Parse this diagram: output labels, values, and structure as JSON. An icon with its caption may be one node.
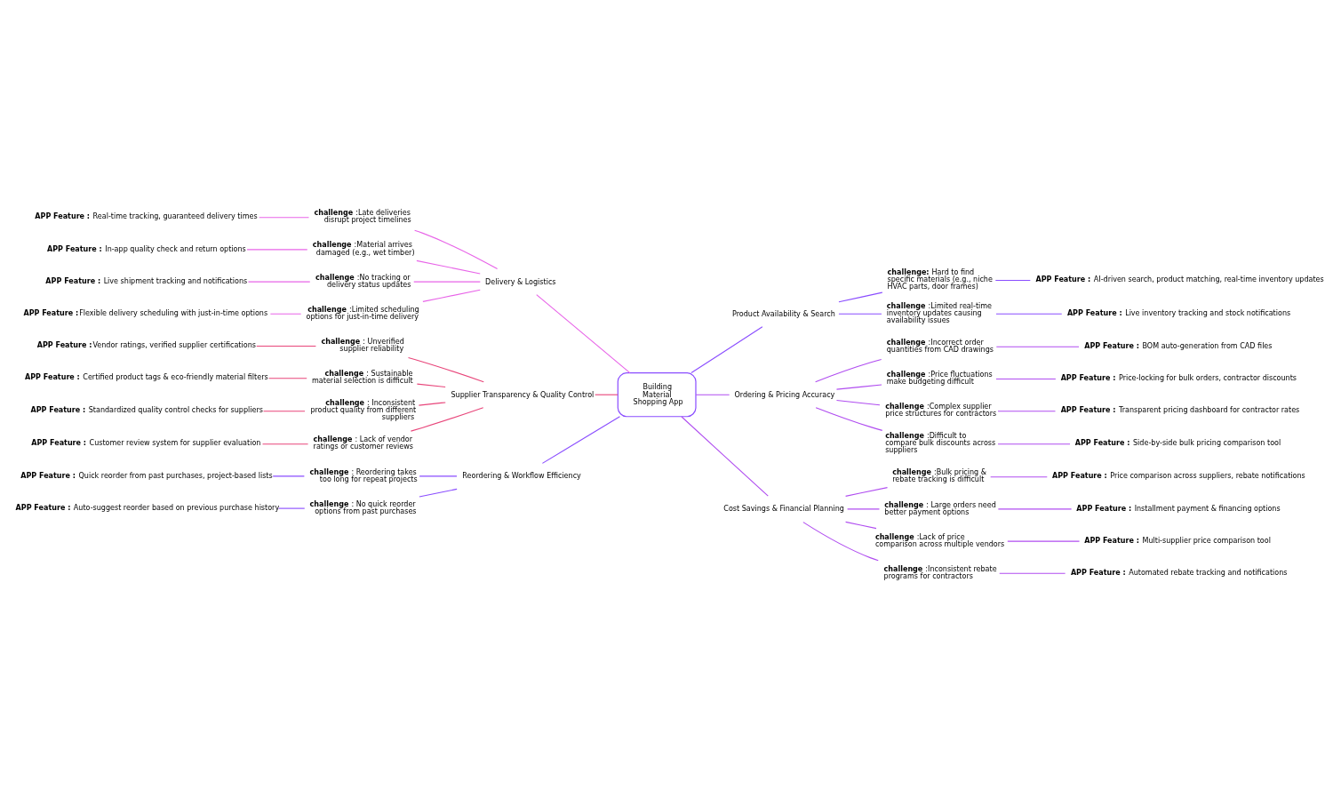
{
  "diagram": {
    "nodes": [
      {
        "text": [
          "Building Material Shopping App"
        ]
      },
      {
        "text": [
          "Delivery & Logistics"
        ]
      },
      {
        "text": [
          "**challenge** :Late deliveries disrupt project timelines"
        ]
      },
      {
        "text": [
          "**APP Feature :** Real-time tracking, guaranteed delivery times"
        ]
      },
      {
        "text": [
          "**challenge** :Material arrives damaged (e.g., wet timber)"
        ]
      },
      {
        "text": [
          "**APP Feature :** In-app quality check and return options"
        ]
      },
      {
        "text": [
          "**challenge** :No tracking or delivery status updates"
        ]
      },
      {
        "text": [
          "**APP Feature :** Live shipment tracking and notifications"
        ]
      },
      {
        "text": [
          "**challenge** :Limited scheduling options for just-in-time delivery"
        ]
      },
      {
        "text": [
          "**APP Feature :**Flexible delivery scheduling with just-in-time options"
        ]
      },
      {
        "text": [
          "Supplier Transparency & Quality Control"
        ]
      },
      {
        "text": [
          "**challenge** : Unverified supplier reliability"
        ]
      },
      {
        "text": [
          "**APP Feature :**Vendor ratings, verified supplier certifications"
        ]
      },
      {
        "text": [
          "**challenge** : Sustainable material selection is difficult"
        ]
      },
      {
        "text": [
          "**APP Feature :** Certified product tags & eco-friendly material filters"
        ]
      },
      {
        "text": [
          "**challenge** : Inconsistent product quality from different suppliers"
        ]
      },
      {
        "text": [
          "**APP Feature :** Standardized quality control checks for suppliers"
        ]
      },
      {
        "text": [
          "**challenge** : Lack of vendor ratings or customer reviews"
        ]
      },
      {
        "text": [
          "**APP Feature :** Customer review system for supplier evaluation"
        ]
      },
      {
        "text": [
          "Reordering & Workflow Efficiency"
        ]
      },
      {
        "text": [
          "**challenge** : Reordering takes too long for repeat projects"
        ]
      },
      {
        "text": [
          "**APP Feature :** Quick reorder from past purchases, project-based lists"
        ]
      },
      {
        "text": [
          "**challenge** : No quick reorder options from past purchases"
        ]
      },
      {
        "text": [
          "**APP Feature :** Auto-suggest reorder based on previous purchase history"
        ]
      },
      {
        "text": [
          "Product Availability & Search"
        ]
      },
      {
        "text": [
          "**challenge:** Hard to find specific materials (e.g., niche HVAC parts, door frames)"
        ]
      },
      {
        "text": [
          "**APP Feature :** AI-driven search, product matching, real-time inventory updates"
        ]
      },
      {
        "text": [
          "**challenge** :Limited real-time inventory updates causing availability issues"
        ]
      },
      {
        "text": [
          "**APP Feature :** Live inventory tracking and stock notifications"
        ]
      },
      {
        "text": [
          "Ordering & Pricing Accuracy"
        ]
      },
      {
        "text": [
          "**challenge** :Incorrect order quantities from CAD drawings"
        ]
      },
      {
        "text": [
          "**APP Feature :** BOM auto-generation from CAD files"
        ]
      },
      {
        "text": [
          "**challenge** :Price fluctuations make budgeting difficult"
        ]
      },
      {
        "text": [
          "**APP Feature :** Price-locking for bulk orders, contractor discounts"
        ]
      },
      {
        "text": [
          "**challenge** :Complex supplier price structures for contractors"
        ]
      },
      {
        "text": [
          "**APP Feature :** Transparent pricing dashboard for contractor rates"
        ]
      },
      {
        "text": [
          "**challenge** :Difficult to compare bulk discounts across suppliers"
        ]
      },
      {
        "text": [
          "**APP Feature :** Side-by-side bulk pricing comparison tool"
        ]
      },
      {
        "text": [
          "Cost Savings & Financial Planning"
        ]
      },
      {
        "text": [
          "**challenge** :Bulk pricing & rebate tracking is difficult"
        ]
      },
      {
        "text": [
          "**APP Feature :** Price comparison across suppliers, rebate notifications"
        ]
      },
      {
        "text": [
          "**challenge** : Large orders need better payment options"
        ]
      },
      {
        "text": [
          "**APP Feature :** Installment payment & financing options"
        ]
      },
      {
        "text": [
          "**challenge** :Lack of price comparison across multiple vendors"
        ]
      },
      {
        "text": [
          "**APP Feature :** Multi-supplier price comparison tool"
        ]
      },
      {
        "text": [
          "**challenge** :Inconsistent rebate programs for contractors"
        ]
      },
      {
        "text": [
          "**APP Feature :** Automated rebate tracking and notifications"
        ]
      }
    ],
    "edges": [
      {
        "from": 0,
        "to": 1,
        "arrow": "none",
        "color": "#e864e8"
      },
      {
        "from": 1,
        "to": 2,
        "arrow": "none",
        "color": "#e864e8"
      },
      {
        "from": 2,
        "to": 3,
        "arrow": "none",
        "color": "#e864e8"
      },
      {
        "from": 1,
        "to": 4,
        "arrow": "none",
        "color": "#e864e8"
      },
      {
        "from": 4,
        "to": 5,
        "arrow": "none",
        "color": "#e864e8"
      },
      {
        "from": 1,
        "to": 6,
        "arrow": "none",
        "color": "#e864e8"
      },
      {
        "from": 6,
        "to": 7,
        "arrow": "none",
        "color": "#e864e8"
      },
      {
        "from": 1,
        "to": 8,
        "arrow": "none",
        "color": "#e864e8"
      },
      {
        "from": 8,
        "to": 9,
        "arrow": "none",
        "color": "#e864e8"
      },
      {
        "from": 0,
        "to": 10,
        "arrow": "none",
        "color": "#e8457a"
      },
      {
        "from": 10,
        "to": 11,
        "arrow": "none",
        "color": "#e8457a"
      },
      {
        "from": 11,
        "to": 12,
        "arrow": "none",
        "color": "#e8457a"
      },
      {
        "from": 10,
        "to": 13,
        "arrow": "none",
        "color": "#e8457a"
      },
      {
        "from": 13,
        "to": 14,
        "arrow": "none",
        "color": "#e8457a"
      },
      {
        "from": 10,
        "to": 15,
        "arrow": "none",
        "color": "#e8457a"
      },
      {
        "from": 15,
        "to": 16,
        "arrow": "none",
        "color": "#e8457a"
      },
      {
        "from": 10,
        "to": 17,
        "arrow": "none",
        "color": "#e8457a"
      },
      {
        "from": 17,
        "to": 18,
        "arrow": "none",
        "color": "#e8457a"
      },
      {
        "from": 0,
        "to": 19,
        "arrow": "none",
        "color": "#8a4dff"
      },
      {
        "from": 19,
        "to": 20,
        "arrow": "none",
        "color": "#8a4dff"
      },
      {
        "from": 20,
        "to": 21,
        "arrow": "none",
        "color": "#8a4dff"
      },
      {
        "from": 19,
        "to": 22,
        "arrow": "none",
        "color": "#8a4dff"
      },
      {
        "from": 22,
        "to": 23,
        "arrow": "none",
        "color": "#8a4dff"
      },
      {
        "from": 0,
        "to": 24,
        "arrow": "none",
        "color": "#8a4dff"
      },
      {
        "from": 24,
        "to": 25,
        "arrow": "none",
        "color": "#8a4dff"
      },
      {
        "from": 25,
        "to": 26,
        "arrow": "none",
        "color": "#8a4dff"
      },
      {
        "from": 24,
        "to": 27,
        "arrow": "none",
        "color": "#8a4dff"
      },
      {
        "from": 27,
        "to": 28,
        "arrow": "none",
        "color": "#8a4dff"
      },
      {
        "from": 0,
        "to": 29,
        "arrow": "none",
        "color": "#b04df0"
      },
      {
        "from": 29,
        "to": 30,
        "arrow": "none",
        "color": "#b04df0"
      },
      {
        "from": 30,
        "to": 31,
        "arrow": "none",
        "color": "#b04df0"
      },
      {
        "from": 29,
        "to": 32,
        "arrow": "none",
        "color": "#b04df0"
      },
      {
        "from": 32,
        "to": 33,
        "arrow": "none",
        "color": "#b04df0"
      },
      {
        "from": 29,
        "to": 34,
        "arrow": "none",
        "color": "#b04df0"
      },
      {
        "from": 34,
        "to": 35,
        "arrow": "none",
        "color": "#b04df0"
      },
      {
        "from": 29,
        "to": 36,
        "arrow": "none",
        "color": "#b04df0"
      },
      {
        "from": 36,
        "to": 37,
        "arrow": "none",
        "color": "#b04df0"
      },
      {
        "from": 0,
        "to": 38,
        "arrow": "none",
        "color": "#b04df0"
      },
      {
        "from": 38,
        "to": 39,
        "arrow": "none",
        "color": "#b04df0"
      },
      {
        "from": 39,
        "to": 40,
        "arrow": "none",
        "color": "#b04df0"
      },
      {
        "from": 38,
        "to": 41,
        "arrow": "none",
        "color": "#b04df0"
      },
      {
        "from": 41,
        "to": 42,
        "arrow": "none",
        "color": "#b04df0"
      },
      {
        "from": 38,
        "to": 43,
        "arrow": "none",
        "color": "#b04df0"
      },
      {
        "from": 43,
        "to": 44,
        "arrow": "none",
        "color": "#b04df0"
      },
      {
        "from": 38,
        "to": 45,
        "arrow": "none",
        "color": "#b04df0"
      },
      {
        "from": 45,
        "to": 46,
        "arrow": "none",
        "color": "#b04df0"
      }
    ]
  }
}
